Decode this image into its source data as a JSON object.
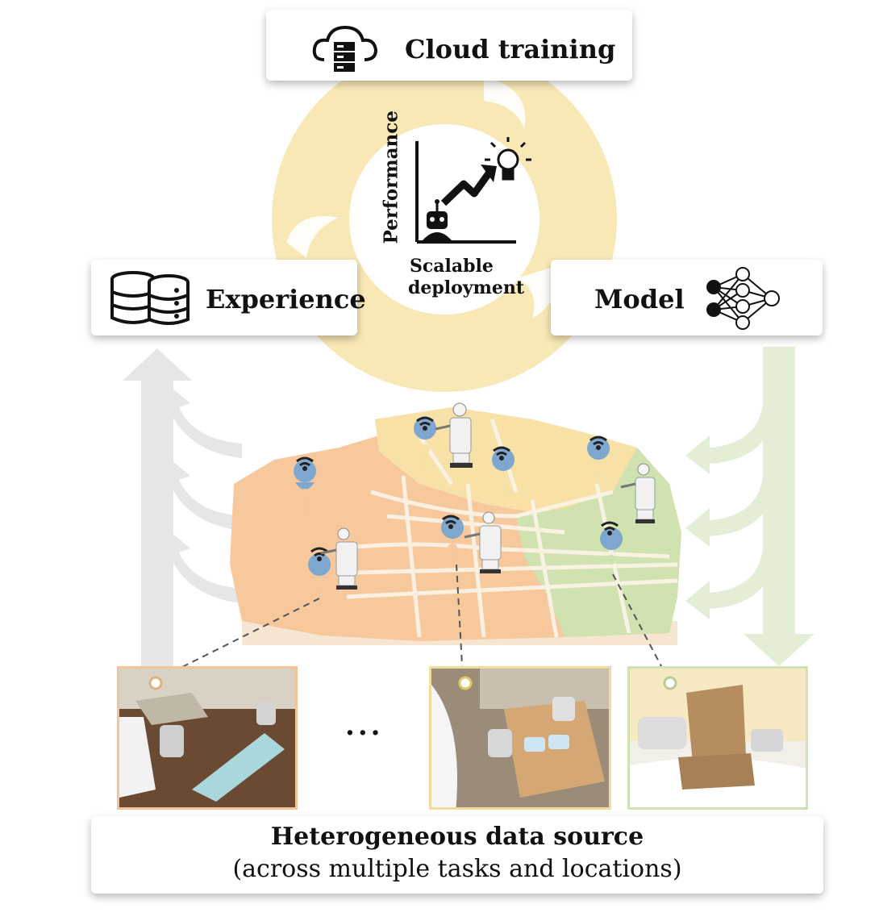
{
  "cloud": {
    "title": "Cloud training",
    "icon": "cloud-server-icon"
  },
  "experience": {
    "title": "Experience",
    "icon": "database-icon"
  },
  "model": {
    "title": "Model",
    "icon": "neural-network-icon"
  },
  "center": {
    "axis_label": "Performance",
    "deployment_label_line1": "Scalable",
    "deployment_label_line2": "deployment",
    "icons": [
      "robot-icon",
      "trend-arrow-icon",
      "lightbulb-icon"
    ]
  },
  "ellipsis": "...",
  "data_source": {
    "title": "Heterogeneous data source",
    "subtitle": "(across multiple tasks and locations)"
  },
  "colors": {
    "loop": "#f8e9b8",
    "map_orange": "#f6c89c",
    "map_yellow": "#f8e1a6",
    "map_green": "#cfe2b0",
    "arrow_gray": "#e6e6e6",
    "arrow_green": "#e4eed6",
    "pin": "#7ea7cf",
    "frame_orange": "#f2c49a",
    "frame_yellow": "#efdc9e",
    "frame_green": "#cfe2b4"
  }
}
